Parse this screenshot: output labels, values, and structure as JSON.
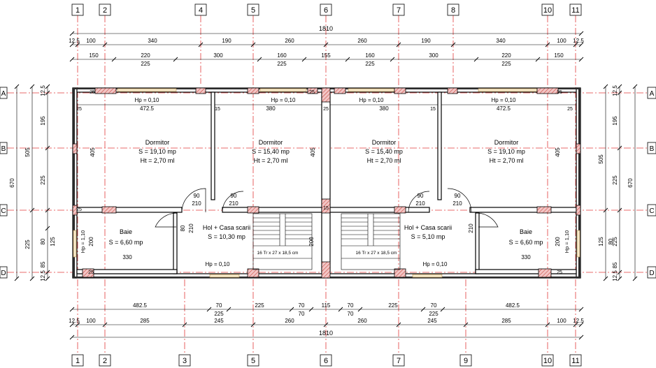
{
  "grid_columns": [
    "1",
    "2",
    "4",
    "5",
    "6",
    "7",
    "8",
    "10",
    "11"
  ],
  "grid_columns_bottom": [
    "1",
    "2",
    "3",
    "5",
    "6",
    "7",
    "9",
    "10",
    "11"
  ],
  "grid_rows": [
    "A",
    "B",
    "C",
    "D"
  ],
  "dims_top": {
    "total": "1810",
    "row1": [
      "12.5",
      "100",
      "340",
      "190",
      "260",
      "260",
      "190",
      "340",
      "100",
      "12.5"
    ],
    "row2": [
      "150",
      "220",
      "300",
      "160",
      "155",
      "160",
      "300",
      "220",
      "150"
    ],
    "row2_sub": [
      "225",
      "225",
      "225",
      "225"
    ]
  },
  "dims_bottom": {
    "row1": [
      "482.5",
      "70",
      "225",
      "225",
      "70",
      "115",
      "70",
      "70",
      "225",
      "225",
      "70",
      "482.5"
    ],
    "row1_sub": [
      "225",
      "70",
      "70",
      "225"
    ],
    "row2": [
      "12.5",
      "100",
      "285",
      "245",
      "260",
      "260",
      "245",
      "285",
      "100",
      "12.5"
    ],
    "total": "1810"
  },
  "dims_left": {
    "v": [
      "12.5",
      "195",
      "225",
      "85",
      "12.5"
    ],
    "outer": "505",
    "total": "670",
    "c1": "80",
    "c2": "125"
  },
  "dims_right": {
    "v": [
      "12.5",
      "195",
      "225",
      "85",
      "12.5"
    ],
    "outer": "505",
    "total": "670",
    "c1": "80",
    "c2": "125",
    "c3": "225"
  },
  "rooms": [
    {
      "name": "Dormitor",
      "area": "S = 19,10 mp",
      "height": "Ht = 2,70 ml"
    },
    {
      "name": "Dormitor",
      "area": "S = 15,40 mp",
      "height": "Ht = 2,70 ml"
    },
    {
      "name": "Dormitor",
      "area": "S = 15,40 mp",
      "height": "Ht = 2,70 ml"
    },
    {
      "name": "Dormitor",
      "area": "S = 19,10 mp",
      "height": "Ht = 2,70 ml"
    },
    {
      "name": "Baie",
      "area": "S = 6,60 mp"
    },
    {
      "name": "Hol + Casa scarii",
      "area": "S = 10,30 mp"
    },
    {
      "name": "Hol + Casa scarii",
      "area": "S = 5,10 mp"
    },
    {
      "name": "Baie",
      "area": "S = 6,60 mp"
    }
  ],
  "labels": {
    "hp": "Hp = 0,10",
    "hp_side": "Hp = 1,10",
    "stairs": "16 Tr x 27 x 18,5 cm",
    "inner": [
      "472.5",
      "380",
      "380",
      "472.5"
    ],
    "wall405": "405",
    "d25": "25",
    "d15": "15",
    "d90": "90",
    "d210": "210",
    "d80": "80",
    "d200": "200",
    "d330": "330"
  }
}
